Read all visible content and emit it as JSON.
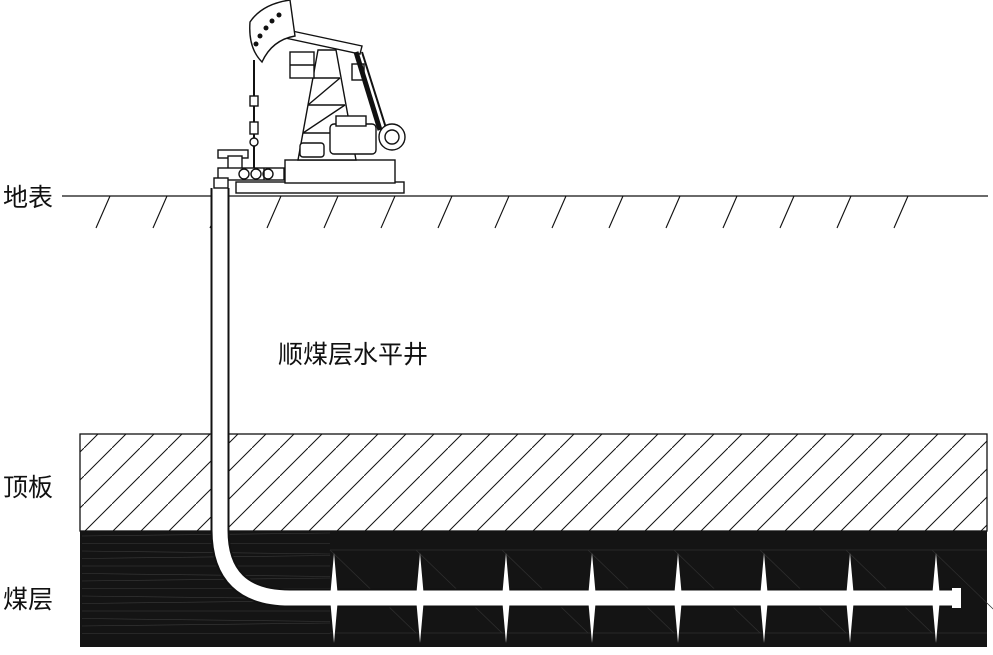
{
  "labels": {
    "surface": "地表",
    "roof": "顶板",
    "coal_seam": "煤层",
    "well": "顺煤层水平井"
  },
  "colors": {
    "coal": "#141414",
    "line": "#111111",
    "background": "#ffffff"
  },
  "icons": [
    "pumpjack-icon",
    "wellhead-icon",
    "hatch-pattern"
  ]
}
